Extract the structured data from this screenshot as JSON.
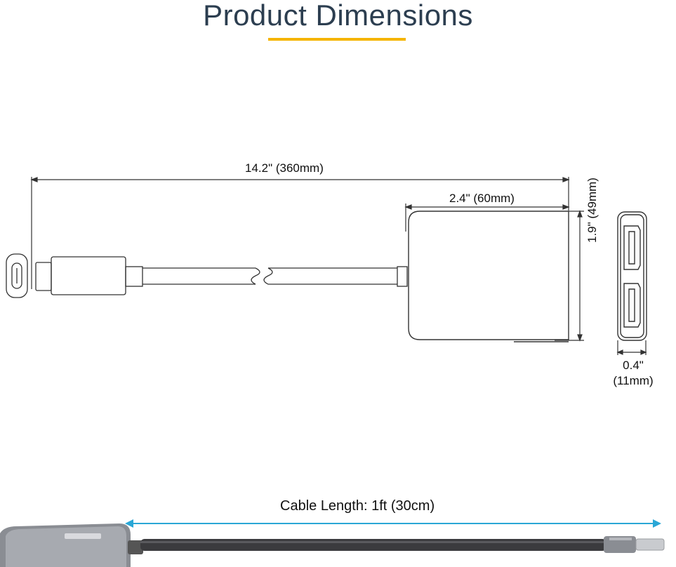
{
  "title": "Product Dimensions",
  "dimensions": {
    "overall_length": "14.2\" (360mm)",
    "adapter_width": "2.4\" (60mm)",
    "adapter_height": "1.9\" (49mm)",
    "adapter_depth_line1": "0.4\"",
    "adapter_depth_line2": "(11mm)"
  },
  "cable_length": "Cable Length: 1ft (30cm)",
  "colors": {
    "title": "#2c3e50",
    "underline": "#f5b400",
    "arrow": "#2aa7d6",
    "drawing": "#333333"
  }
}
